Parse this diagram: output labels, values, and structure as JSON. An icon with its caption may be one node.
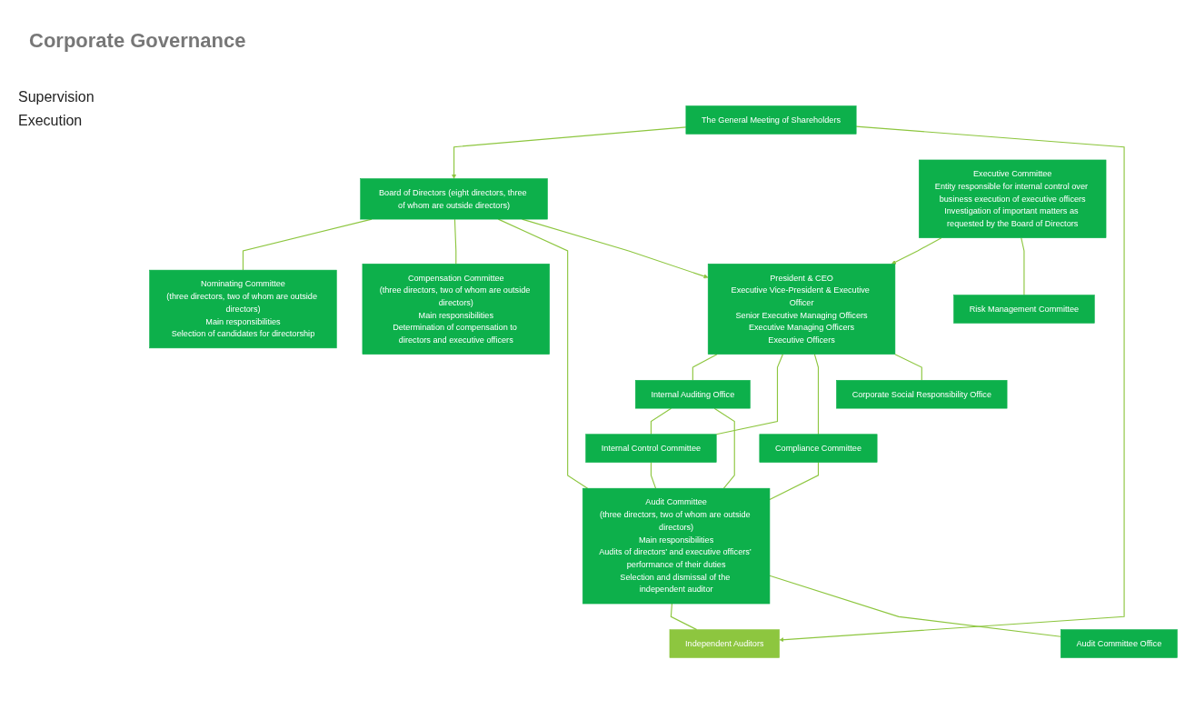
{
  "diagram": {
    "title": "Corporate Governance",
    "nodes": [
      {
        "text": [
          "The General Meeting of Shareholders"
        ]
      },
      {
        "text": [
          "Board of Directors (eight directors, three of whom are outside directors)"
        ]
      },
      {
        "text": [
          "Nominating Committee",
          "(three directors, two of whom are outside directors)",
          "Main responsibilities",
          "Selection of candidates for directorship"
        ]
      },
      {
        "text": [
          "Compensation Committee",
          "(three directors, two of whom are outside directors)",
          "Main responsibilities",
          "Determination of compensation to directors and executive officers"
        ]
      },
      {
        "text": [
          "Audit Committee",
          "(three directors, two of whom are outside directors)",
          "Main responsibilities",
          "Audits of directors’ and executive officers’ performance of their duties",
          "Selection and dismissal of the independent auditor"
        ]
      },
      {
        "text": [
          "Independent Auditors"
        ]
      },
      {
        "text": [
          "Audit Committee Office"
        ]
      },
      {
        "text": [
          "President & CEO",
          "Executive Vice-President & Executive Officer",
          "Senior Executive Managing Officers",
          "Executive Managing Officers",
          "Executive Officers"
        ]
      },
      {
        "text": [
          "Executive Committee",
          "Entity responsible for internal control over business execution of executive officers",
          "Investigation of important matters as requested by the Board of Directors"
        ]
      },
      {
        "text": [
          "Internal Auditing Office"
        ]
      },
      {
        "text": [
          "Internal Control Committee"
        ]
      },
      {
        "text": [
          "Compliance Committee"
        ]
      },
      {
        "text": [
          "Risk Management Committee"
        ]
      },
      {
        "text": [
          "Corporate Social Responsibility Office"
        ]
      }
    ],
    "edges": [
      {
        "from": 0,
        "to": 1,
        "arrow": "to"
      },
      {
        "from": 0,
        "to": 5,
        "arrow": "to"
      },
      {
        "from": 1,
        "to": 2,
        "arrow": "none"
      },
      {
        "from": 1,
        "to": 3,
        "arrow": "none"
      },
      {
        "from": 1,
        "to": 4,
        "arrow": "none"
      },
      {
        "from": 1,
        "to": 7,
        "arrow": "to"
      },
      {
        "from": 4,
        "to": 5,
        "arrow": "none"
      },
      {
        "from": 4,
        "to": 6,
        "arrow": "none"
      },
      {
        "from": 8,
        "to": 7,
        "arrow": "to"
      },
      {
        "from": 7,
        "to": 9,
        "arrow": "none"
      },
      {
        "from": 9,
        "to": 10,
        "arrow": "none"
      },
      {
        "from": 7,
        "to": 10,
        "arrow": "none"
      },
      {
        "from": 7,
        "to": 11,
        "arrow": "none"
      },
      {
        "from": 8,
        "to": 12,
        "arrow": "none"
      },
      {
        "from": 7,
        "to": 13,
        "arrow": "none"
      },
      {
        "from": 9,
        "to": 4,
        "arrow": "none"
      },
      {
        "from": 10,
        "to": 4,
        "arrow": "none"
      },
      {
        "from": 11,
        "to": 4,
        "arrow": "none"
      }
    ],
    "labels": [
      "Supervision",
      "Execution"
    ]
  }
}
